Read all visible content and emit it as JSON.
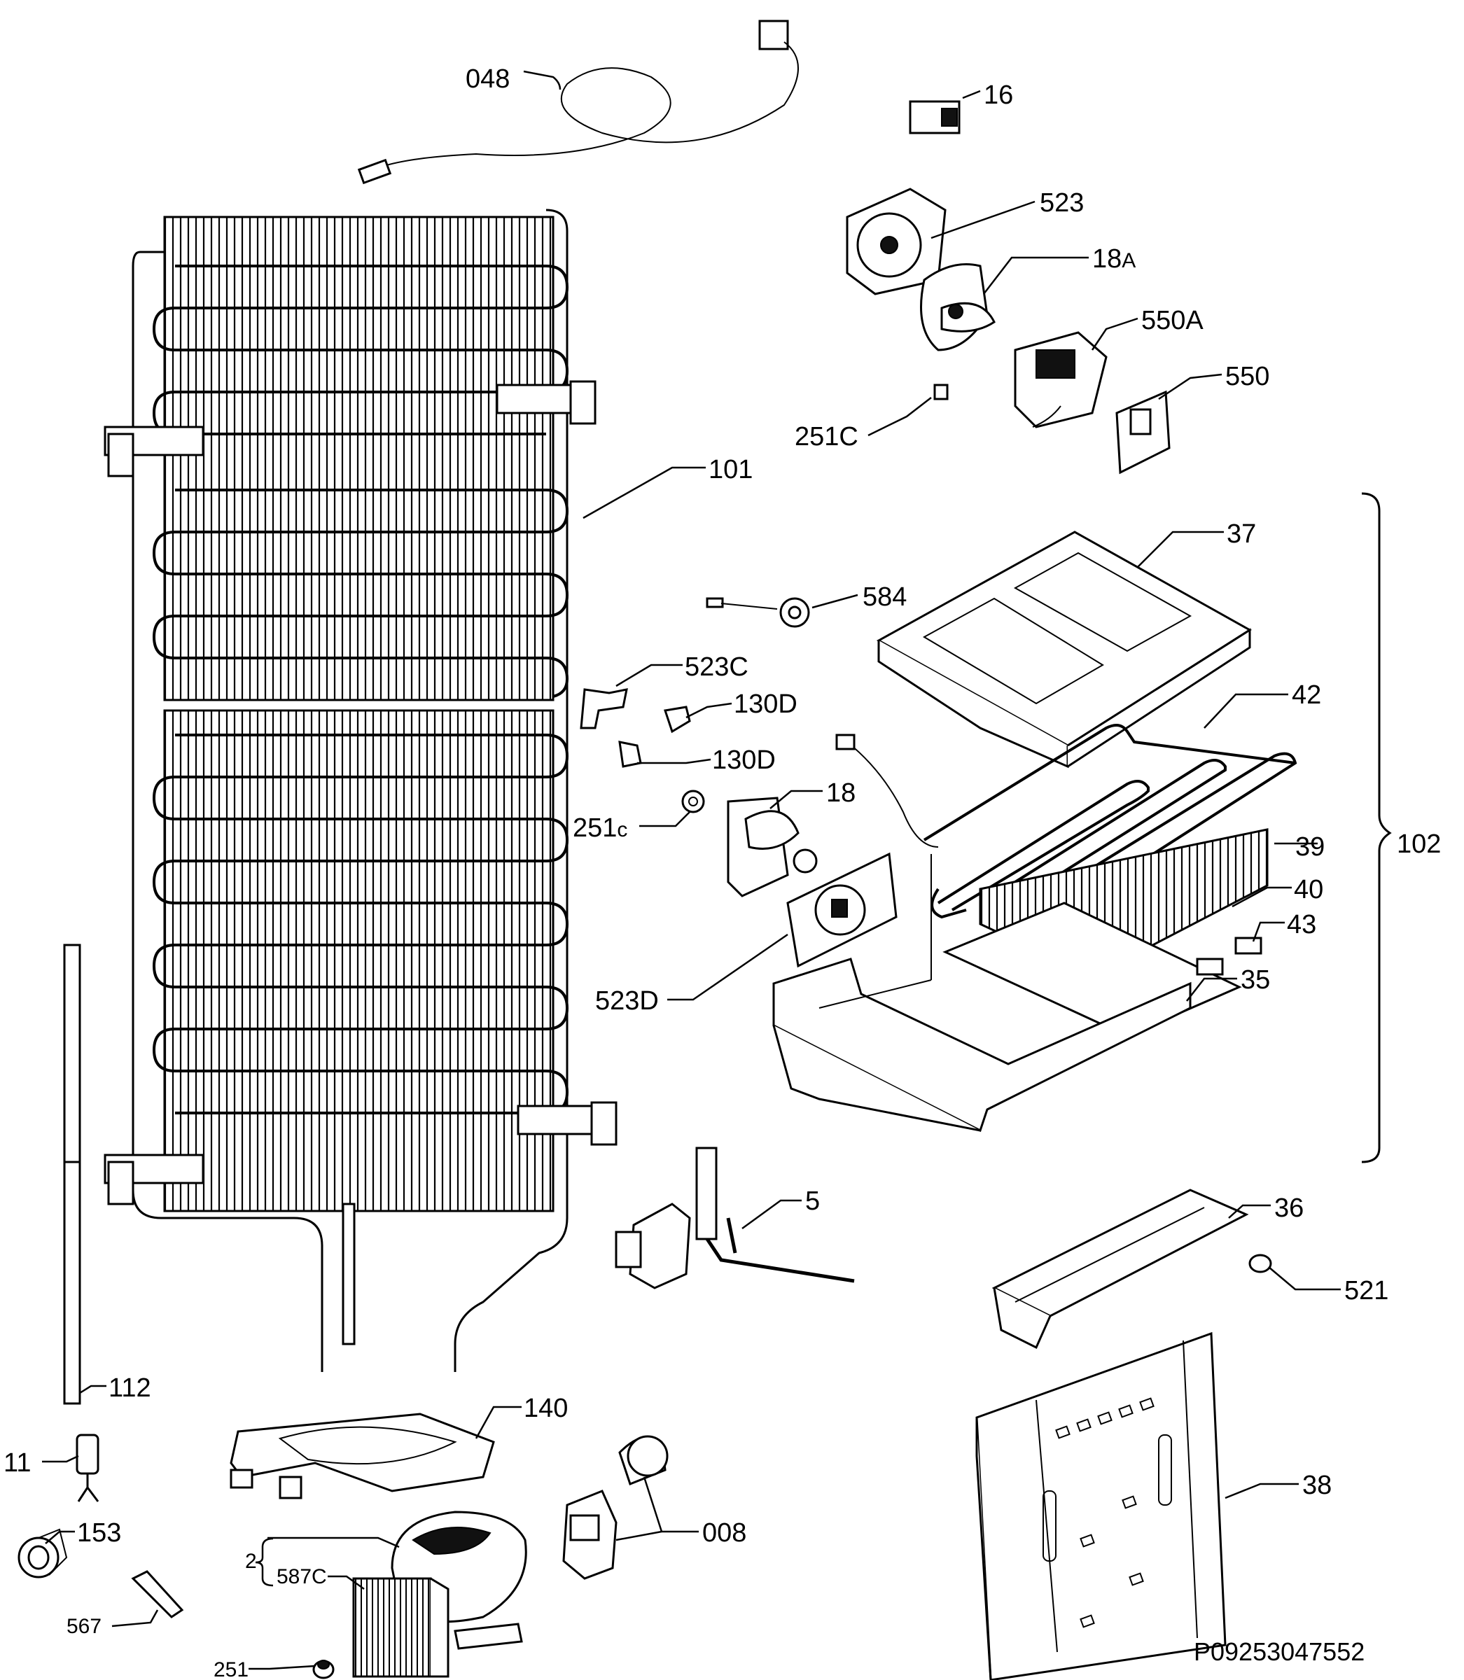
{
  "labels": {
    "l048": "048",
    "l16": "16",
    "l523": "523",
    "l18A_num": "18",
    "l18A_sfx": "A",
    "l550A": "550A",
    "l550": "550",
    "l251C_top": "251C",
    "l101": "101",
    "l37": "37",
    "l584": "584",
    "l523C": "523C",
    "l130D_a": "130D",
    "l130D_b": "130D",
    "l42": "42",
    "l18": "18",
    "l251c_num": "251",
    "l251c_sfx": "c",
    "l102": "102",
    "l39": "39",
    "l40": "40",
    "l43": "43",
    "l35": "35",
    "l523D": "523D",
    "l5": "5",
    "l36": "36",
    "l521": "521",
    "l112": "112",
    "l140": "140",
    "l11": "11",
    "l153": "153",
    "l008": "008",
    "l38": "38",
    "l2": "2",
    "l587C": "587C",
    "l567": "567",
    "l251": "251"
  },
  "footer": {
    "code": "P09253047552"
  }
}
